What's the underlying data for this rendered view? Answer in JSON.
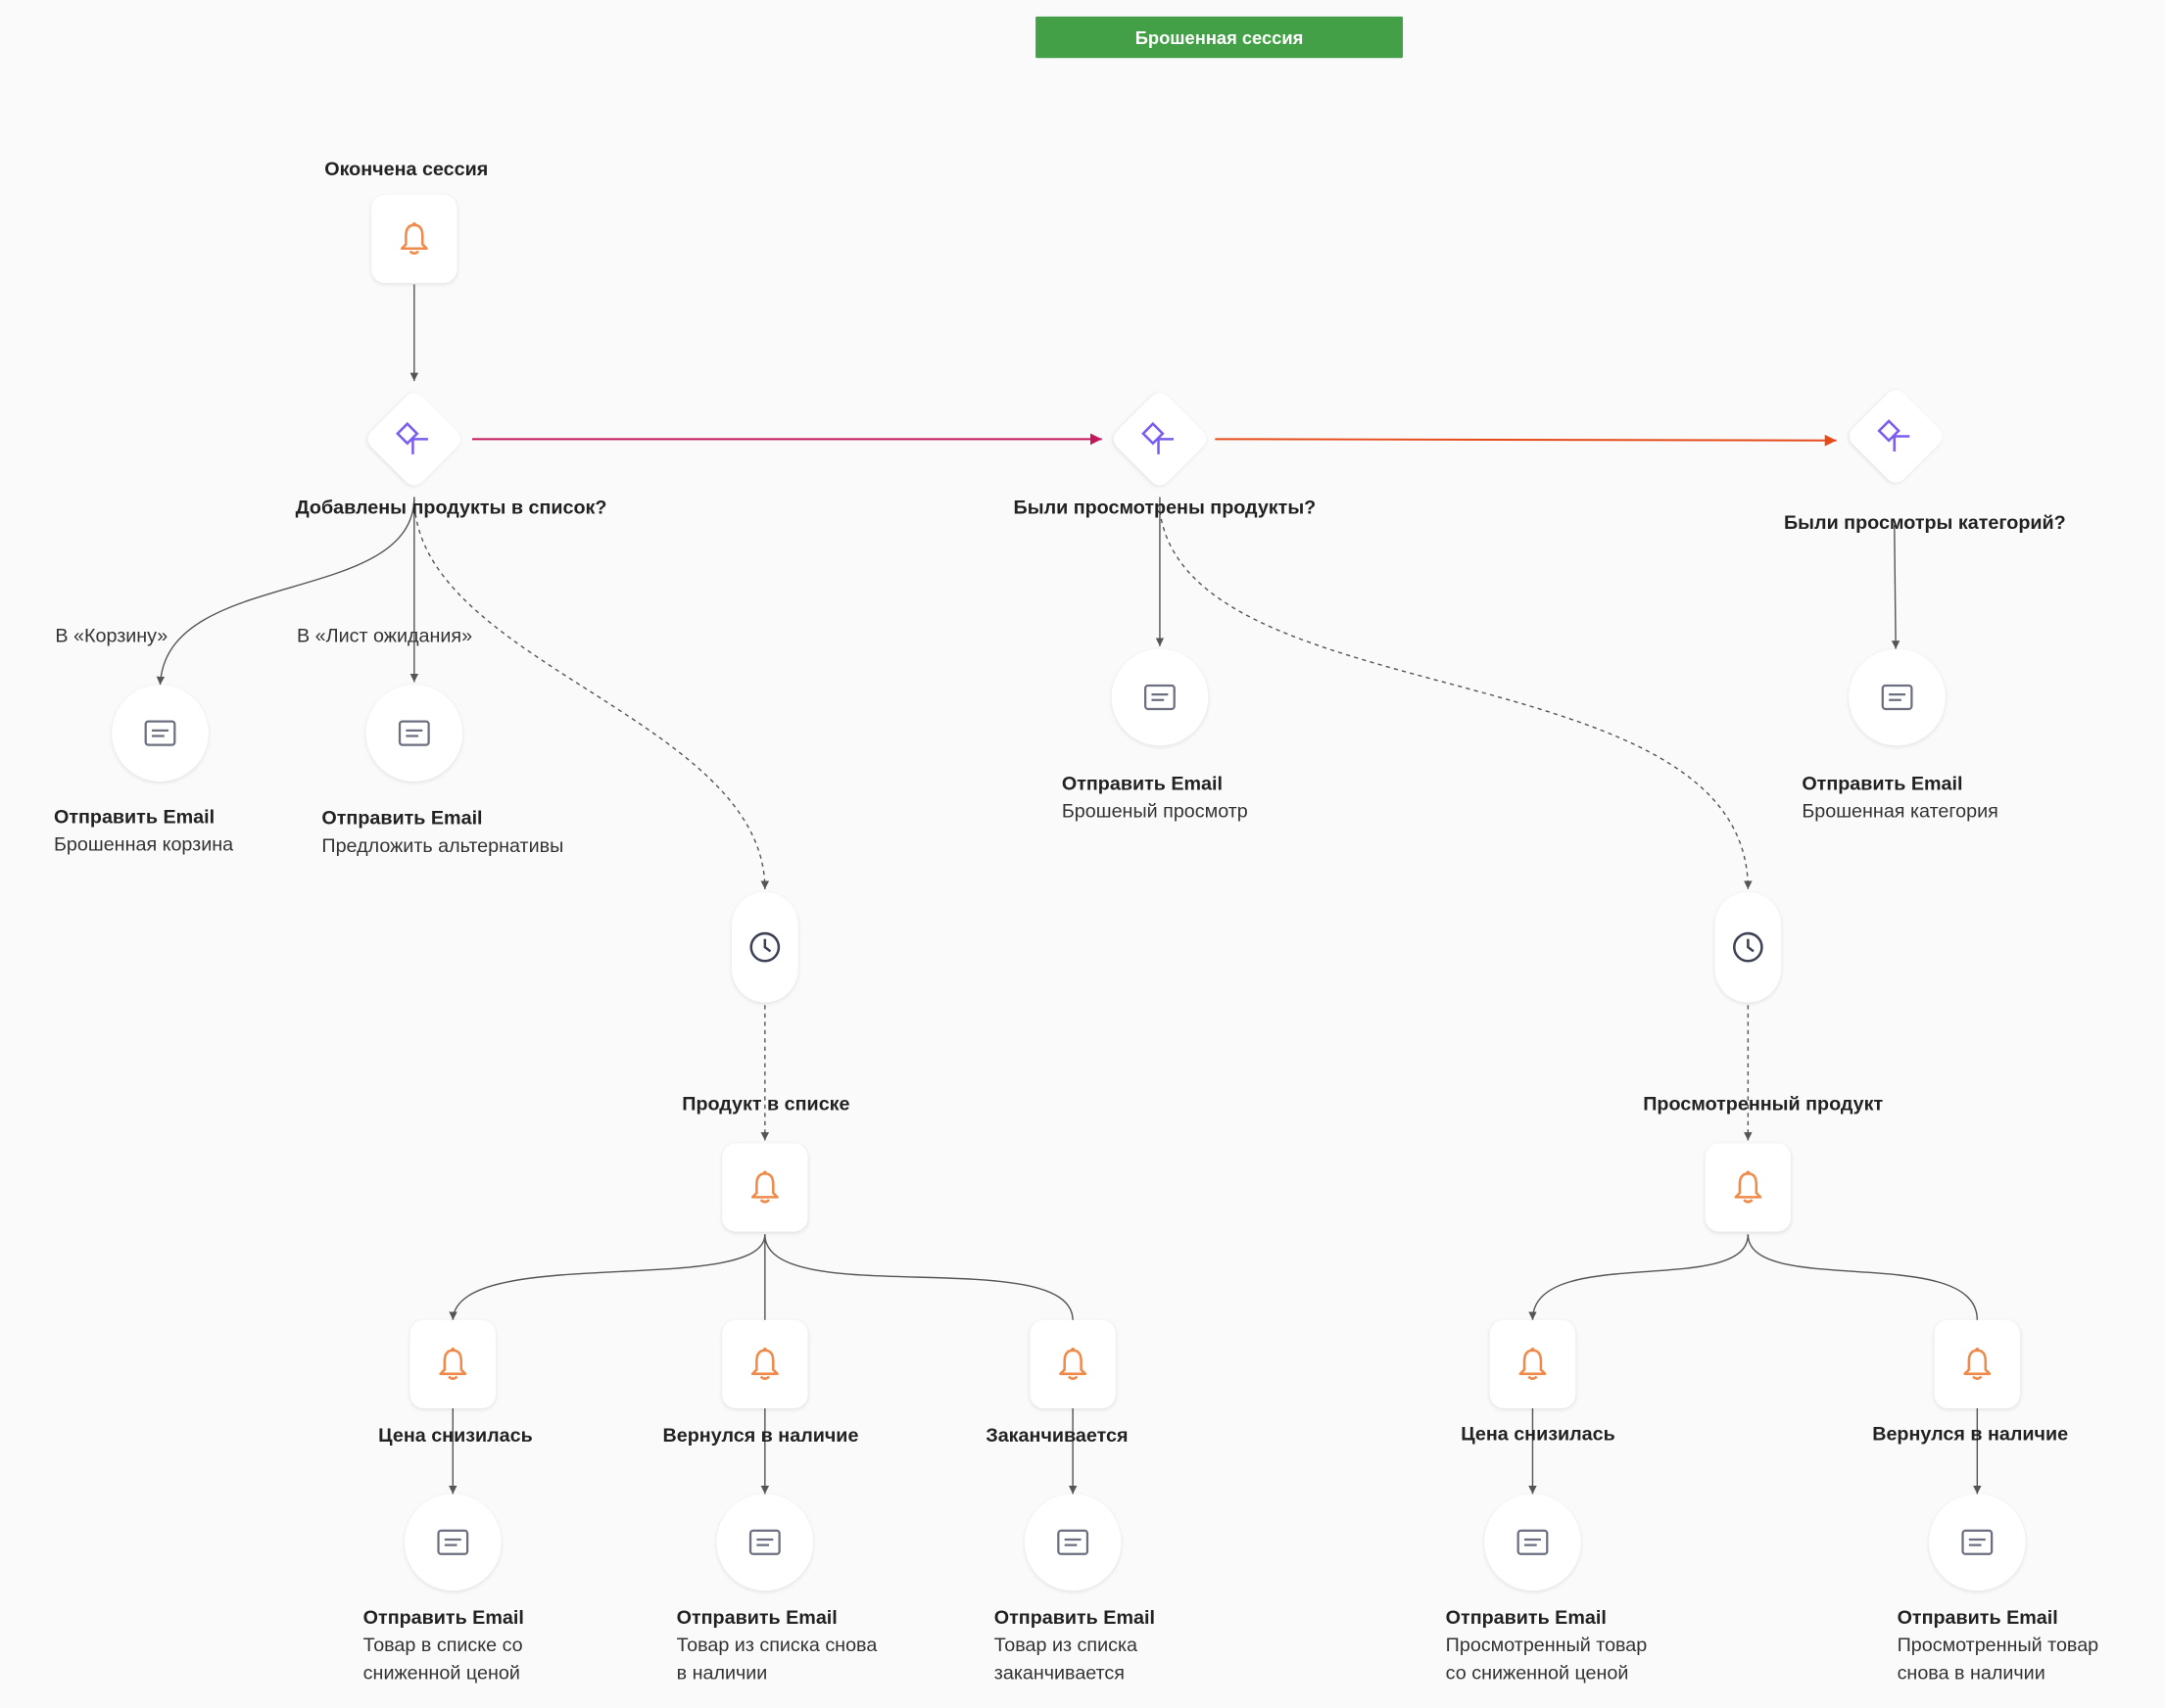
{
  "colors": {
    "trigger": "#f08a4b",
    "condition": "#7b5cf0",
    "banner": "#43a047",
    "edge_yes": "#c2185b",
    "edge_no": "#e64a19",
    "edge": "#555555"
  },
  "banner": {
    "title": "Брошенная сессия"
  },
  "nodes": {
    "session_end": {
      "title": "Окончена сессия",
      "icon": "bell-icon"
    },
    "cond_products": {
      "title": "Добавлены продукты в список?",
      "icon": "branch-icon"
    },
    "cond_viewed": {
      "title": "Были просмотрены продукты?",
      "icon": "branch-icon"
    },
    "cond_categories": {
      "title": "Были просмотры категорий?",
      "icon": "branch-icon"
    },
    "email_cart": {
      "title": "Отправить Email",
      "subtitle": "Брошенная корзина",
      "edge_label": "В «Корзину»"
    },
    "email_waitlist": {
      "title": "Отправить Email",
      "subtitle": "Предложить альтернативы",
      "edge_label": "В «Лист ожидания»"
    },
    "email_viewed": {
      "title": "Отправить Email",
      "subtitle": "Брошеный просмотр"
    },
    "email_category": {
      "title": "Отправить Email",
      "subtitle": "Брошенная категория"
    },
    "wait_left": {
      "icon": "clock-icon"
    },
    "wait_right": {
      "icon": "clock-icon"
    },
    "product_in_list": {
      "title": "Продукт в списке",
      "icon": "bell-icon"
    },
    "viewed_product": {
      "title": "Просмотренный продукт",
      "icon": "bell-icon"
    },
    "l_price": {
      "title": "Цена снизилась"
    },
    "l_stock": {
      "title": "Вернулся в наличие"
    },
    "l_ending": {
      "title": "Заканчивается"
    },
    "r_price": {
      "title": "Цена снизилась"
    },
    "r_stock": {
      "title": "Вернулся в наличие"
    },
    "email_l_price": {
      "title": "Отправить Email",
      "line1": "Товар в списке со",
      "line2": "сниженной ценой"
    },
    "email_l_stock": {
      "title": "Отправить Email",
      "line1": "Товар из списка снова",
      "line2": "в наличии"
    },
    "email_l_ending": {
      "title": "Отправить Email",
      "line1": "Товар из списка",
      "line2": "заканчивается"
    },
    "email_r_price": {
      "title": "Отправить Email",
      "line1": "Просмотренный товар",
      "line2": "со сниженной ценой"
    },
    "email_r_stock": {
      "title": "Отправить Email",
      "line1": "Просмотренный товар",
      "line2": "снова в наличии"
    }
  }
}
